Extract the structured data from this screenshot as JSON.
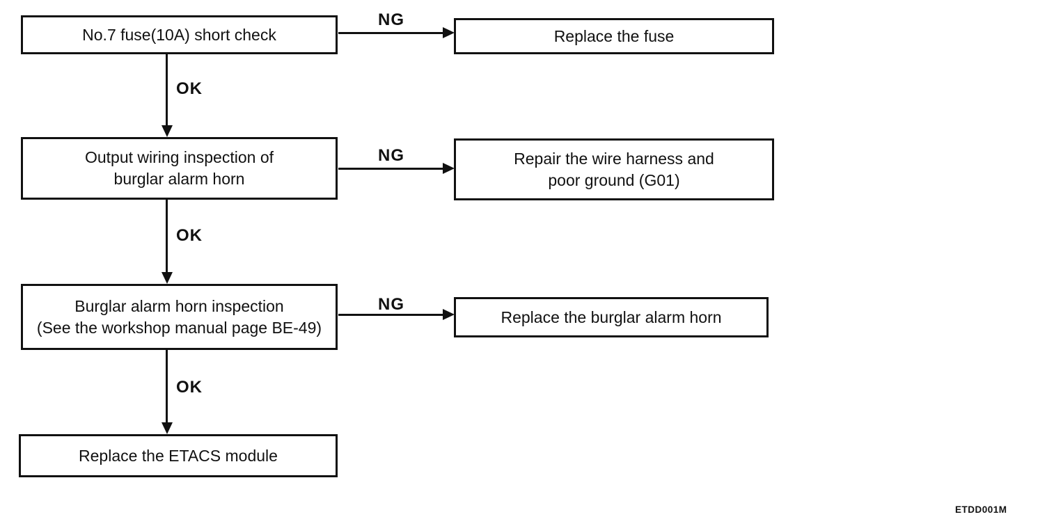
{
  "page": {
    "background_color": "#ffffff",
    "ink_color": "#111111",
    "figure_code": "ETDD001M"
  },
  "flowchart": {
    "steps": [
      {
        "box_lines": [
          "No.7 fuse(10A) short check"
        ],
        "ng_label": "NG",
        "ng_action_lines": [
          "Replace the fuse"
        ],
        "ok_label": "OK"
      },
      {
        "box_lines": [
          "Output wiring inspection of",
          "burglar alarm horn"
        ],
        "ng_label": "NG",
        "ng_action_lines": [
          "Repair the wire harness and",
          "poor ground (G01)"
        ],
        "ok_label": "OK"
      },
      {
        "box_lines": [
          "Burglar alarm horn inspection",
          "(See the workshop manual page BE-49)"
        ],
        "ng_label": "NG",
        "ng_action_lines": [
          "Replace the burglar alarm horn"
        ],
        "ok_label": "OK"
      },
      {
        "box_lines": [
          "Replace the ETACS module"
        ]
      }
    ]
  }
}
